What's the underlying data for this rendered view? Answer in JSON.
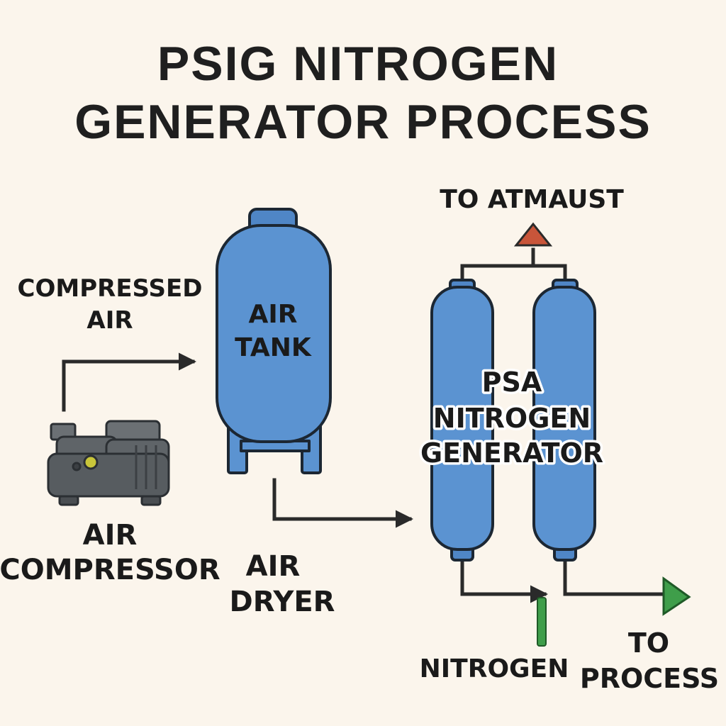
{
  "title": {
    "line1": "PSIG NITROGEN",
    "line2": "GENERATOR PROCESS"
  },
  "labels": {
    "compressed_air": {
      "line1": "COMPRESSED",
      "line2": "AIR"
    },
    "air_compressor": {
      "line1": "AIR",
      "line2": "COMPRESSOR"
    },
    "air_tank": {
      "line1": "AIR",
      "line2": "TANK"
    },
    "air_dryer": {
      "line1": "AIR",
      "line2": "DRYER"
    },
    "psa_generator": {
      "line1": "PSA",
      "line2": "NITROGEN",
      "line3": "GENERATOR"
    },
    "to_atmosphere": "TO ATMAUST",
    "nitrogen": "NITROGEN",
    "to_process": {
      "line1": "TO",
      "line2": "PROCESS"
    }
  },
  "colors": {
    "background": "#fbf5ec",
    "vessel_blue": "#5b93d1",
    "vessel_top_blue": "#4f86c6",
    "compressor_gray": "#5f6468",
    "line_dark": "#2a2a2a",
    "exhaust_red": "#c8553a",
    "nitrogen_green": "#3f9e4a",
    "outline": "#1c2733"
  }
}
